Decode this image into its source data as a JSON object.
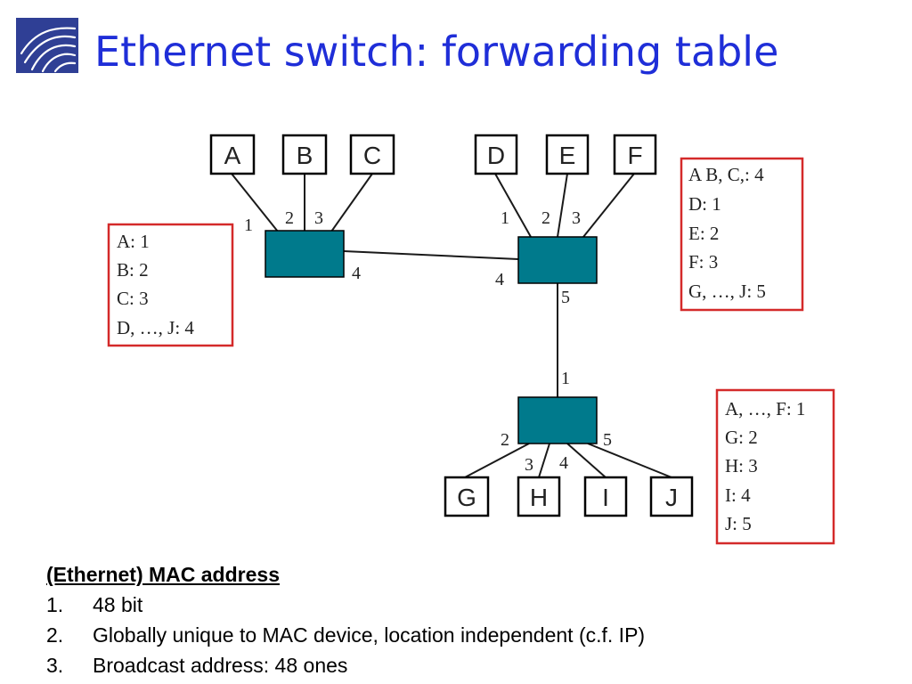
{
  "slide": {
    "title": "Ethernet switch: forwarding table",
    "logo_icon": "network-waves-logo-icon",
    "accent_color": "#1f2ed8",
    "switch_color": "#007a8c",
    "table_border_color": "#d42a2a"
  },
  "diagram": {
    "hosts_top_left": [
      "A",
      "B",
      "C"
    ],
    "hosts_top_right": [
      "D",
      "E",
      "F"
    ],
    "hosts_bottom": [
      "G",
      "H",
      "I",
      "J"
    ],
    "ports": {
      "left_switch": [
        "1",
        "2",
        "3",
        "4"
      ],
      "right_switch": [
        "1",
        "2",
        "3",
        "4",
        "5"
      ],
      "bottom_switch": [
        "1",
        "2",
        "3",
        "4",
        "5"
      ]
    },
    "tables": {
      "left_switch": [
        "A: 1",
        "B: 2",
        "C: 3",
        "D, …, J: 4"
      ],
      "right_switch": [
        "A B, C,: 4",
        "D:  1",
        "E:  2",
        "F: 3",
        "G, …, J: 5"
      ],
      "bottom_switch": [
        "A, …, F: 1",
        "G: 2",
        "H: 3",
        "I: 4",
        "J: 5"
      ]
    }
  },
  "notes": {
    "heading": "(Ethernet) MAC address",
    "items": [
      {
        "num": "1.",
        "text": "48 bit"
      },
      {
        "num": "2.",
        "text": "Globally unique to MAC device, location independent (c.f. IP)"
      },
      {
        "num": "3.",
        "text": "Broadcast address: 48 ones"
      }
    ]
  }
}
